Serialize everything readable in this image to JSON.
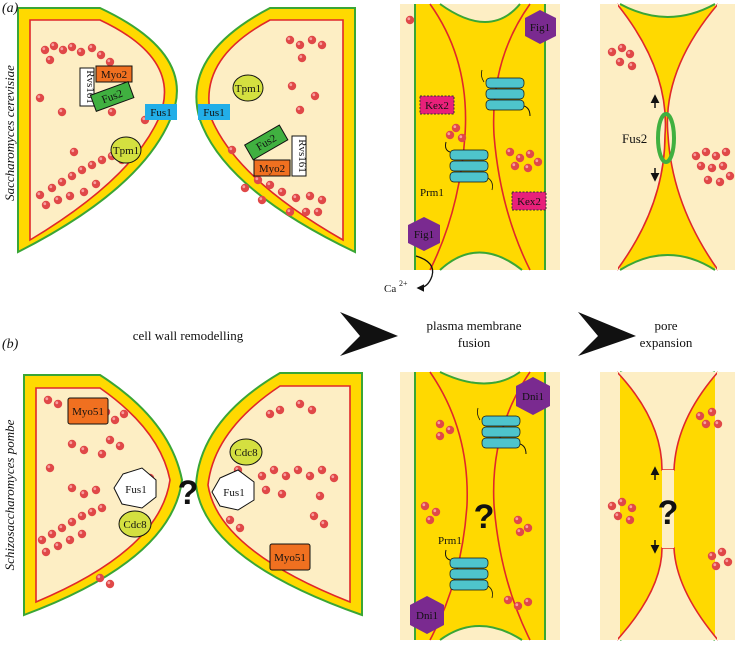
{
  "panels": {
    "a": "(a)",
    "b": "(b)"
  },
  "species": {
    "a": "Saccharomyces cerevisiae",
    "b": "Schizosaccharomyces pombe"
  },
  "stages": {
    "s1": "cell wall remodelling",
    "s2_line1": "plasma membrane",
    "s2_line2": "fusion",
    "s3_line1": "pore",
    "s3_line2": "expansion"
  },
  "proteins_a": {
    "rvs161": "Rvs161",
    "myo2": "Myo2",
    "fus2": "Fus2",
    "fus1": "Fus1",
    "tpm1": "Tpm1",
    "fig1": "Fig1",
    "kex2": "Kex2",
    "prm1": "Prm1",
    "ca": "Ca",
    "ca_sup": "2+"
  },
  "proteins_b": {
    "myo51": "Myo51",
    "fus1": "Fus1",
    "cdc8": "Cdc8",
    "dni1": "Dni1",
    "prm1": "Prm1",
    "question": "?"
  },
  "colors": {
    "cytoplasm": "#fdeec4",
    "wall": "#ffd900",
    "membrane": "#e0282a",
    "outer": "#3aa635",
    "vesicle": "#e04848",
    "fus1_a": "#22aee8",
    "myo": "#f07020",
    "fus2": "#40b040",
    "tpm": "#d4e040",
    "fig": "#7a2a90",
    "kex": "#e8207a",
    "prm": "#4ec4cc"
  }
}
